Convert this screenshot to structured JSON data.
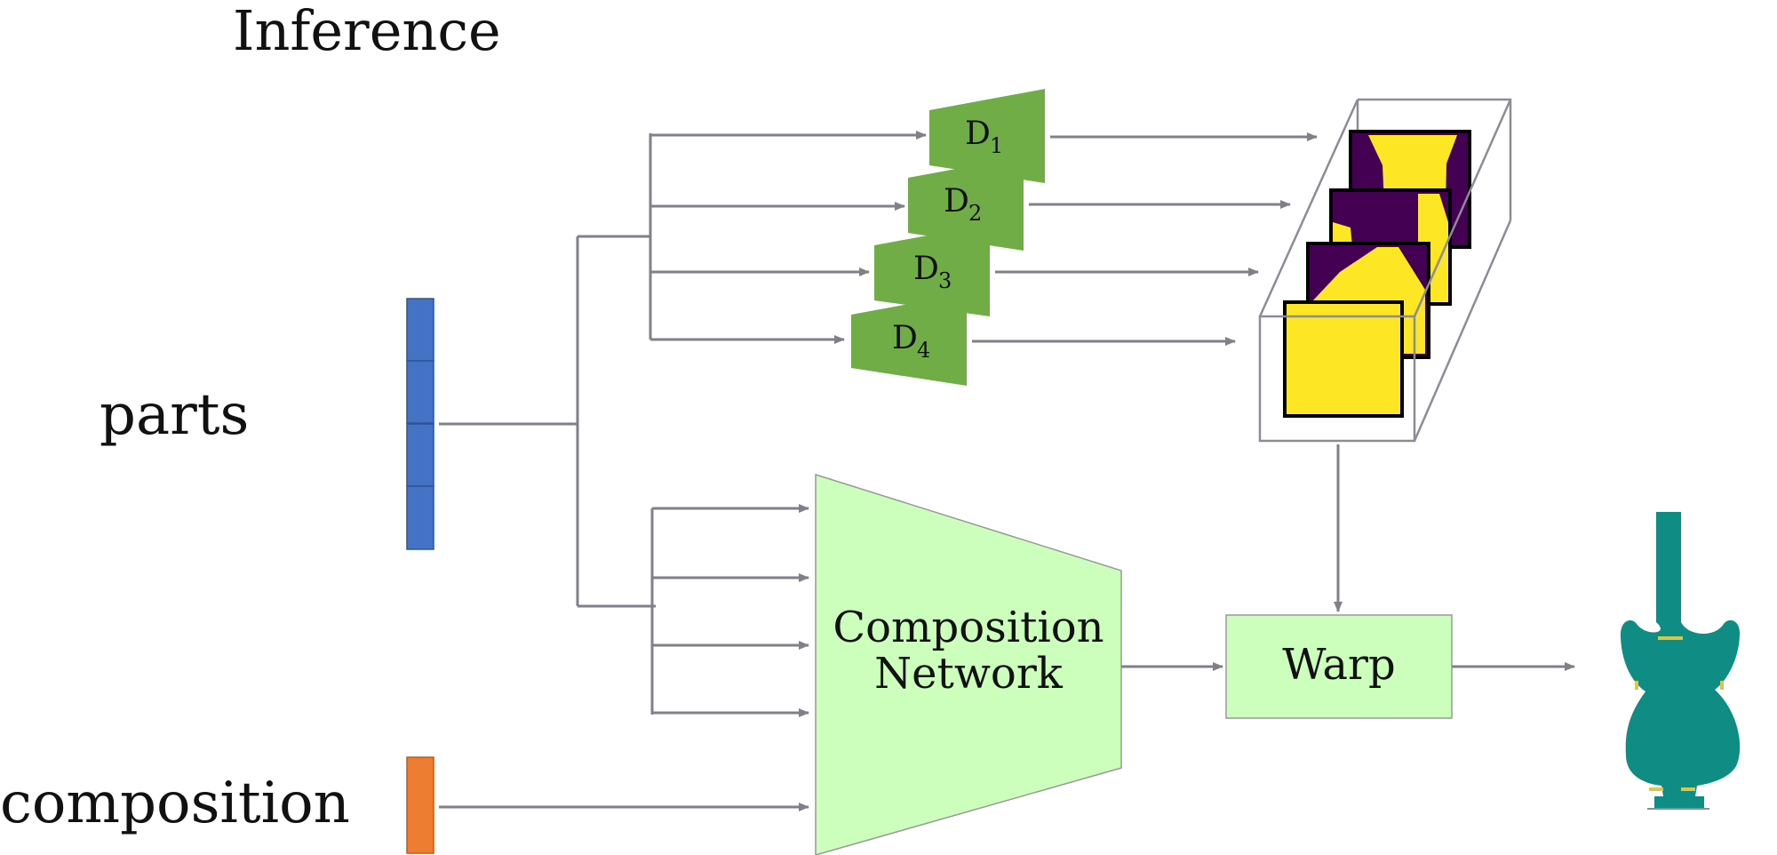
{
  "title": "Inference",
  "inputs": {
    "parts_label": "parts",
    "composition_label": "composition"
  },
  "decoders": [
    {
      "letter": "D",
      "sub": "1"
    },
    {
      "letter": "D",
      "sub": "2"
    },
    {
      "letter": "D",
      "sub": "3"
    },
    {
      "letter": "D",
      "sub": "4"
    }
  ],
  "composition_network": {
    "line1": "Composition",
    "line2": "Network"
  },
  "warp_label": "Warp",
  "colors": {
    "parts_vector": "#4472c4",
    "composition_vector": "#ed7d31",
    "decoder_fill": "#70ad47",
    "network_fill": "#ccffbb",
    "arrow": "#7f8088",
    "mask_dark": "#440154",
    "mask_yellow": "#fde725",
    "vase": "#0f8c84"
  }
}
